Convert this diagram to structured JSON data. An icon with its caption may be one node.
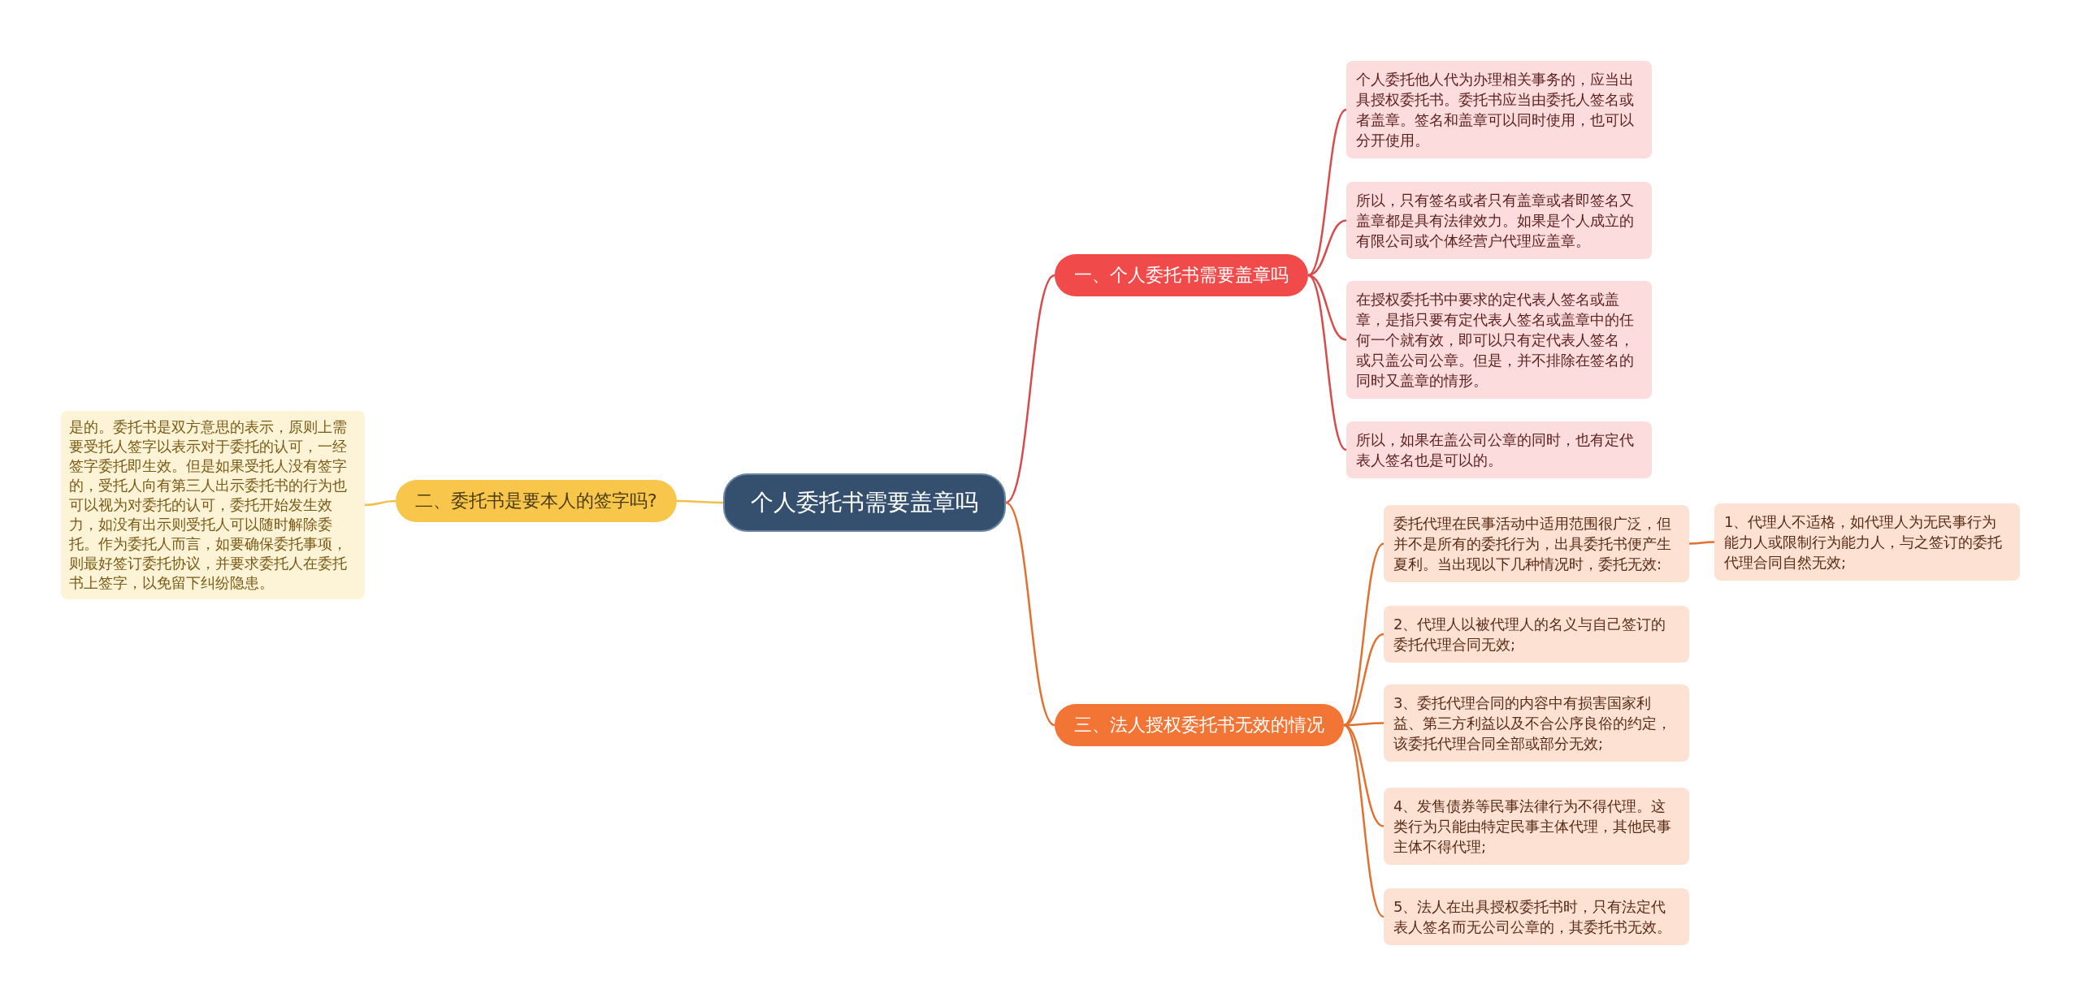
{
  "diagram": {
    "nodes": [
      {
        "text": [
          "个人委托书需要盖章吗"
        ]
      },
      {
        "text": [
          "一、个人委托书需要盖章吗"
        ]
      },
      {
        "text": [
          "个人委托他人代为办理相关事务的，应当出具授权委托书。委托书应当由委托人签名或者盖章。签名和盖章可以同时使用，也可以分开使用。"
        ]
      },
      {
        "text": [
          "所以，只有签名或者只有盖章或者即签名又盖章都是具有法律效力。如果是个人成立的有限公司或个体经营户代理应盖章。"
        ]
      },
      {
        "text": [
          "在授权委托书中要求的定代表人签名或盖章，是指只要有定代表人签名或盖章中的任何一个就有效，即可以只有定代表人签名，或只盖公司公章。但是，并不排除在签名的同时又盖章的情形。"
        ]
      },
      {
        "text": [
          "所以，如果在盖公司公章的同时，也有定代表人签名也是可以的。"
        ]
      },
      {
        "text": [
          "二、委托书是要本人的签字吗?"
        ]
      },
      {
        "text": [
          "是的。委托书是双方意思的表示，原则上需要受托人签字以表示对于委托的认可，一经签字委托即生效。但是如果受托人没有签字的，受托人向有第三人出示委托书的行为也可以视为对委托的认可，委托开始发生效力，如没有出示则受托人可以随时解除委托。作为委托人而言，如要确保委托事项，则最好签订委托协议，并要求委托人在委托书上签字，以免留下纠纷隐患。"
        ]
      },
      {
        "text": [
          "三、法人授权委托书无效的情况"
        ]
      },
      {
        "text": [
          "委托代理在民事活动中适用范围很广泛，但并不是所有的委托行为，出具委托书便产生夏利。当出现以下几种情况时，委托无效:"
        ]
      },
      {
        "text": [
          "1、代理人不适格，如代理人为无民事行为能力人或限制行为能力人，与之签订的委托代理合同自然无效;"
        ]
      },
      {
        "text": [
          "2、代理人以被代理人的名义与自己签订的委托代理合同无效;"
        ]
      },
      {
        "text": [
          "3、委托代理合同的内容中有损害国家利益、第三方利益以及不合公序良俗的约定，该委托代理合同全部或部分无效;"
        ]
      },
      {
        "text": [
          "4、发售债券等民事法律行为不得代理。这类行为只能由特定民事主体代理，其他民事主体不得代理;"
        ]
      },
      {
        "text": [
          "5、法人在出具授权委托书时，只有法定代表人签名而无公司公章的，其委托书无效。"
        ]
      }
    ],
    "edges": [
      {
        "from": 0,
        "to": 1,
        "arrow": "none",
        "color": "#d94a4a"
      },
      {
        "from": 1,
        "to": 2,
        "arrow": "none",
        "color": "#d94a4a"
      },
      {
        "from": 1,
        "to": 3,
        "arrow": "none",
        "color": "#d94a4a"
      },
      {
        "from": 1,
        "to": 4,
        "arrow": "none",
        "color": "#d94a4a"
      },
      {
        "from": 1,
        "to": 5,
        "arrow": "none",
        "color": "#d94a4a"
      },
      {
        "from": 0,
        "to": 6,
        "arrow": "none",
        "color": "#efc04a"
      },
      {
        "from": 6,
        "to": 7,
        "arrow": "none",
        "color": "#efc04a"
      },
      {
        "from": 0,
        "to": 8,
        "arrow": "none"
      },
      {
        "from": 8,
        "to": 9,
        "arrow": "none"
      },
      {
        "from": 9,
        "to": 10,
        "arrow": "none"
      },
      {
        "from": 8,
        "to": 11,
        "arrow": "none"
      },
      {
        "from": 8,
        "to": 12,
        "arrow": "none"
      },
      {
        "from": 8,
        "to": 13,
        "arrow": "none"
      },
      {
        "from": 8,
        "to": 14,
        "arrow": "none"
      }
    ]
  }
}
